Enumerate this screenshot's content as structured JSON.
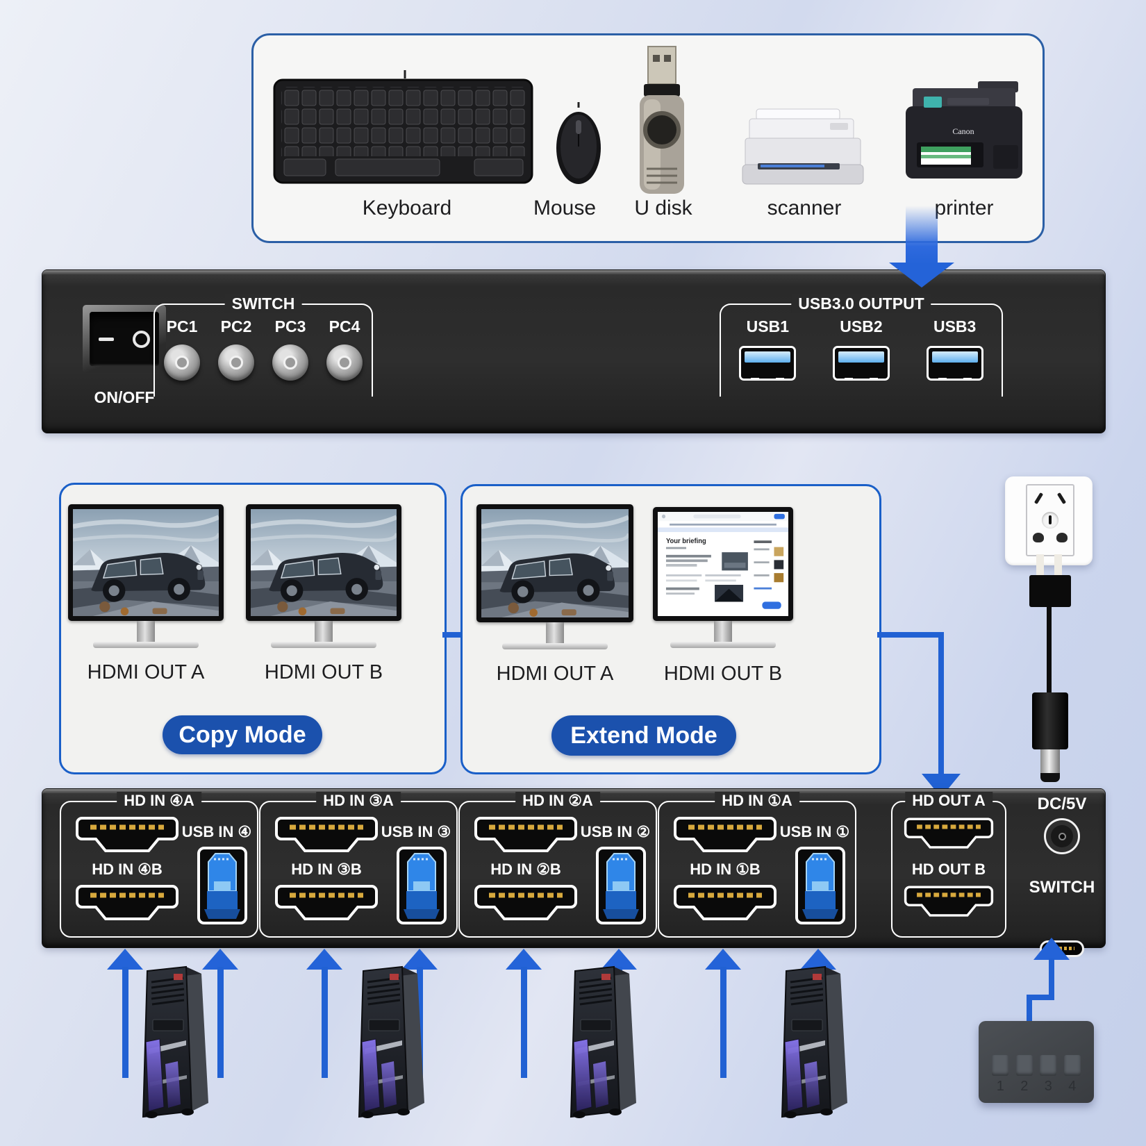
{
  "peripherals": {
    "labels": [
      "Keyboard",
      "Mouse",
      "U disk",
      "scanner",
      "printer"
    ],
    "printer_brand": "Canon"
  },
  "front_panel": {
    "power_label": "ON/OFF",
    "switch_section": "SWITCH",
    "pc_buttons": [
      "PC1",
      "PC2",
      "PC3",
      "PC4"
    ],
    "usb_section": "USB3.0 OUTPUT",
    "usb_labels": [
      "USB1",
      "USB2",
      "USB3"
    ]
  },
  "modes": {
    "copy": {
      "badge": "Copy Mode",
      "out_a": "HDMI OUT A",
      "out_b": "HDMI OUT B"
    },
    "extend": {
      "badge": "Extend Mode",
      "out_a": "HDMI OUT A",
      "out_b": "HDMI OUT B",
      "screen_heading": "Your briefing"
    }
  },
  "back_panel": {
    "groups": [
      {
        "hdmi_a": "HD IN ④A",
        "usb": "USB IN ④",
        "hdmi_b": "HD IN ④B"
      },
      {
        "hdmi_a": "HD IN ③A",
        "usb": "USB IN ③",
        "hdmi_b": "HD IN ③B"
      },
      {
        "hdmi_a": "HD IN ②A",
        "usb": "USB IN ②",
        "hdmi_b": "HD IN ②B"
      },
      {
        "hdmi_a": "HD IN ①A",
        "usb": "USB IN ①",
        "hdmi_b": "HD IN ①B"
      }
    ],
    "out_a": "HD OUT A",
    "out_b": "HD OUT B",
    "dc": "DC/5V",
    "switch": "SWITCH"
  },
  "remote": {
    "buttons": [
      "1",
      "2",
      "3",
      "4"
    ]
  },
  "colors": {
    "accent_blue": "#1b51ad",
    "line_blue": "#2161d3",
    "border_blue": "#1a5fc8",
    "panel_dark": "#2b2b2b"
  }
}
